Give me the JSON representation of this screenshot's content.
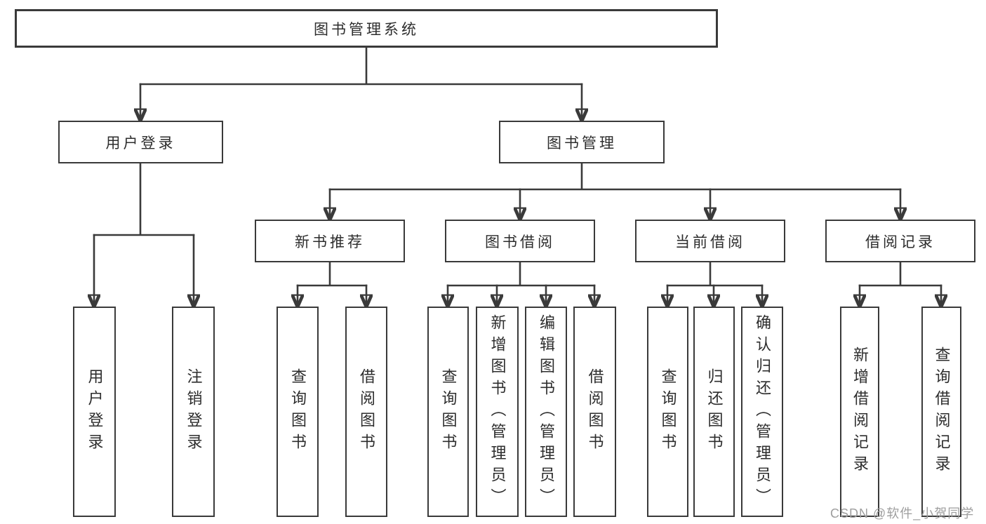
{
  "diagram_title": "图书管理系统",
  "colors": {
    "line": "#3a3a3a",
    "box_border": "#3a3a3a",
    "text": "#2d2d2d",
    "watermark": "#9e9e9e",
    "background": "#ffffff"
  },
  "nodes": {
    "root": {
      "label": "图书管理系统"
    },
    "level2": [
      {
        "label": "用户登录"
      },
      {
        "label": "图书管理"
      }
    ],
    "level3": [
      {
        "label": "新书推荐"
      },
      {
        "label": "图书借阅"
      },
      {
        "label": "当前借阅"
      },
      {
        "label": "借阅记录"
      }
    ],
    "level4": [
      {
        "label": "用户登录"
      },
      {
        "label": "注销登录"
      },
      {
        "label": "查询图书"
      },
      {
        "label": "借阅图书"
      },
      {
        "label": "查询图书"
      },
      {
        "label": "新增图书（管理员）"
      },
      {
        "label": "编辑图书（管理员）"
      },
      {
        "label": "借阅图书"
      },
      {
        "label": "查询图书"
      },
      {
        "label": "归还图书"
      },
      {
        "label": "确认归还（管理员）"
      },
      {
        "label": "新增借阅记录"
      },
      {
        "label": "查询借阅记录"
      }
    ]
  },
  "watermark": "CSDN @软件_小贺同学"
}
